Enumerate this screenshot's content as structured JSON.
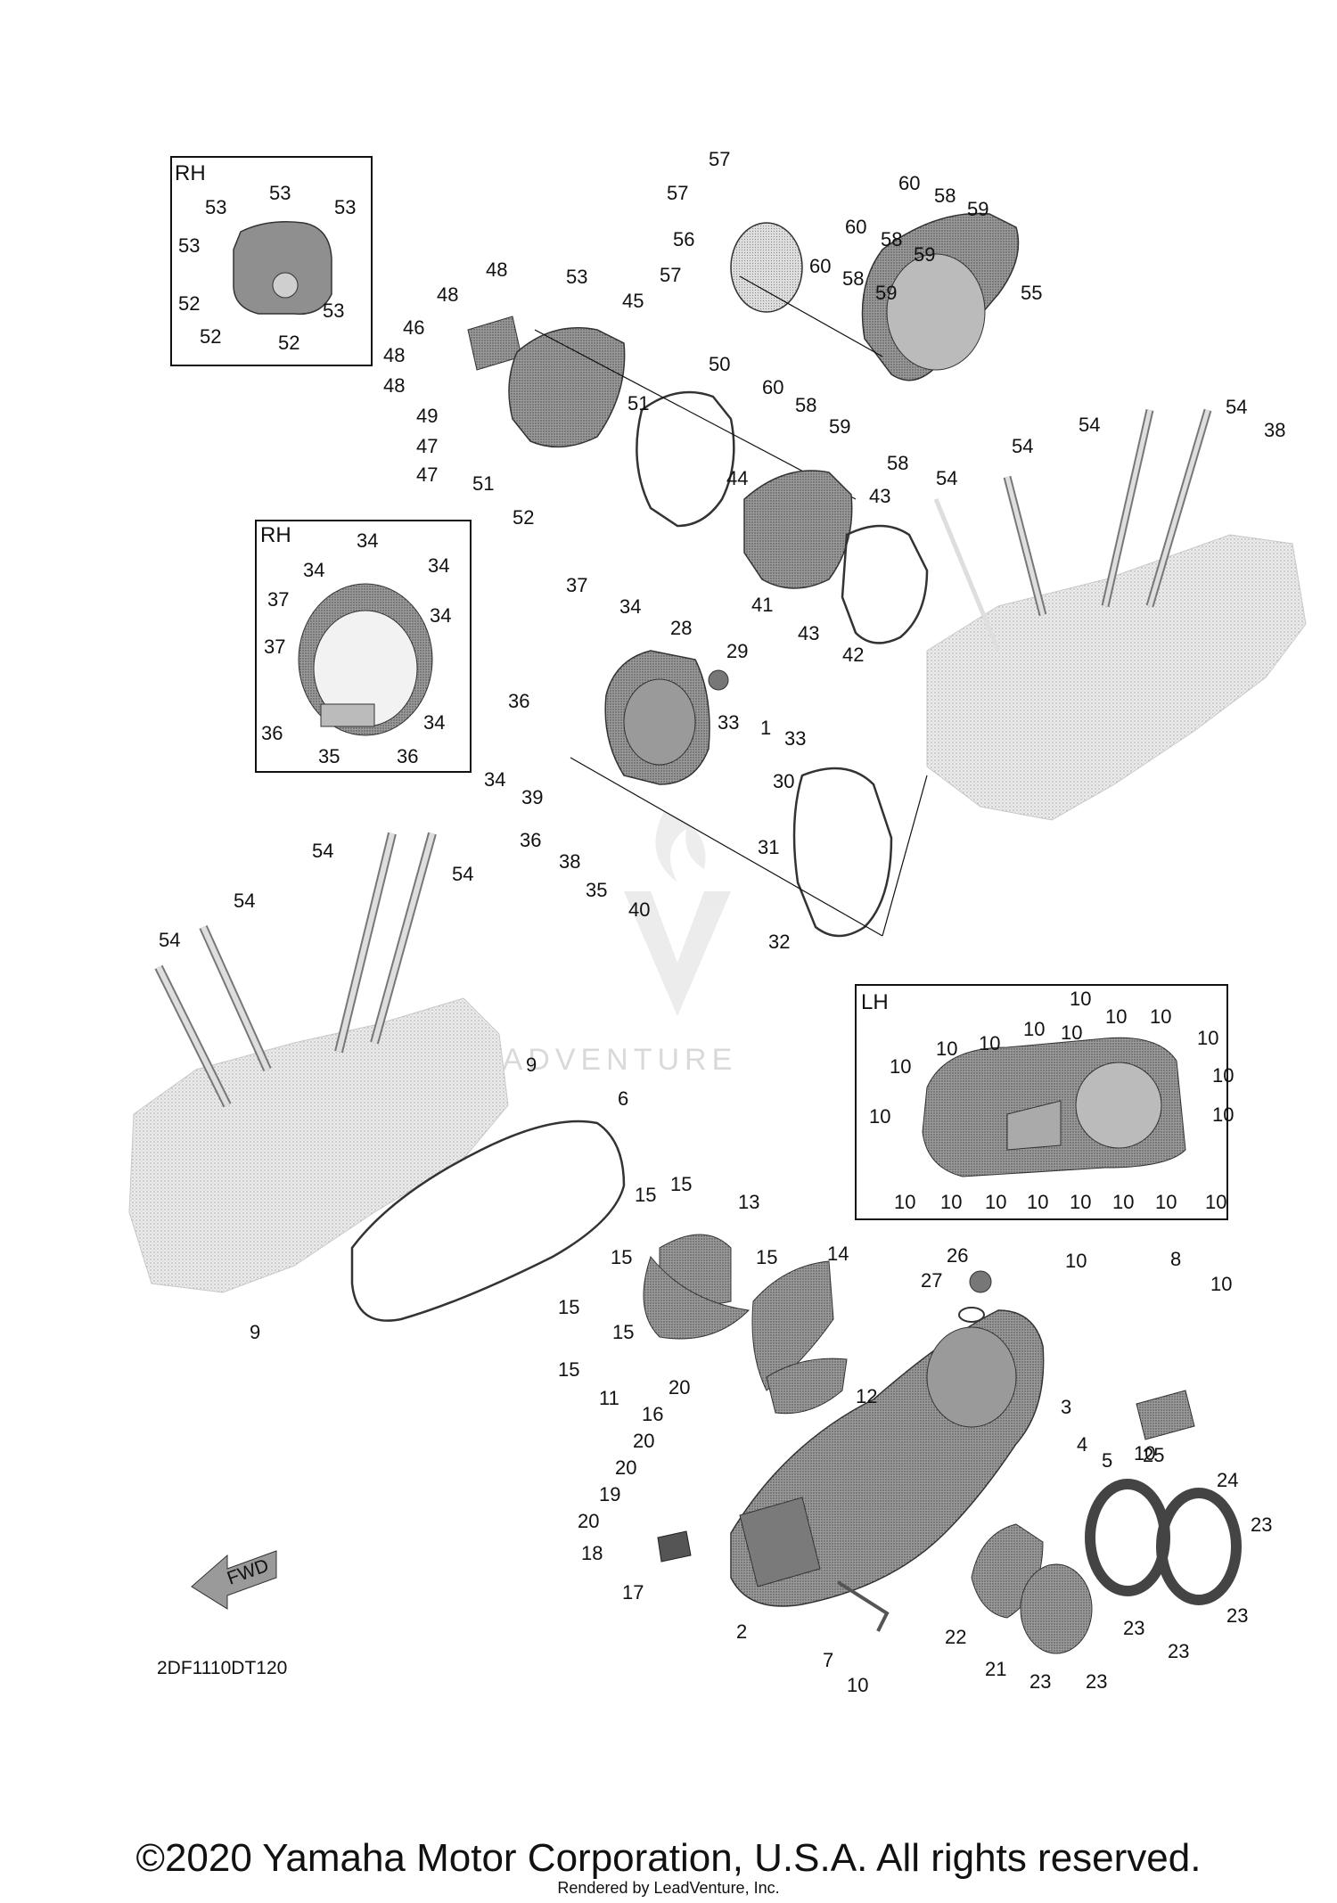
{
  "diagram": {
    "box_labels": {
      "rh_top": "RH",
      "rh_mid": "RH",
      "lh": "LH"
    },
    "diagram_code": "2DF1110DT120",
    "fwd_label": "FWD",
    "watermark": "LEADVENTURE",
    "callouts": [
      {
        "id": "c53a",
        "text": "53"
      },
      {
        "id": "c53b",
        "text": "53"
      },
      {
        "id": "c53c",
        "text": "53"
      },
      {
        "id": "c53d",
        "text": "53"
      },
      {
        "id": "c53e",
        "text": "53"
      },
      {
        "id": "c52a",
        "text": "52"
      },
      {
        "id": "c52b",
        "text": "52"
      },
      {
        "id": "c52c",
        "text": "52"
      },
      {
        "id": "c57a",
        "text": "57"
      },
      {
        "id": "c57b",
        "text": "57"
      },
      {
        "id": "c56",
        "text": "56"
      },
      {
        "id": "c57c",
        "text": "57"
      },
      {
        "id": "c60a",
        "text": "60"
      },
      {
        "id": "c58a",
        "text": "58"
      },
      {
        "id": "c59a",
        "text": "59"
      },
      {
        "id": "c60b",
        "text": "60"
      },
      {
        "id": "c58b",
        "text": "58"
      },
      {
        "id": "c59b",
        "text": "59"
      },
      {
        "id": "c60c",
        "text": "60"
      },
      {
        "id": "c58c",
        "text": "58"
      },
      {
        "id": "c59c",
        "text": "59"
      },
      {
        "id": "c55",
        "text": "55"
      },
      {
        "id": "c48a",
        "text": "48"
      },
      {
        "id": "c53f",
        "text": "53"
      },
      {
        "id": "c45",
        "text": "45"
      },
      {
        "id": "c48b",
        "text": "48"
      },
      {
        "id": "c46",
        "text": "46"
      },
      {
        "id": "c48c",
        "text": "48"
      },
      {
        "id": "c48d",
        "text": "48"
      },
      {
        "id": "c50",
        "text": "50"
      },
      {
        "id": "c51a",
        "text": "51"
      },
      {
        "id": "c60d",
        "text": "60"
      },
      {
        "id": "c58d",
        "text": "58"
      },
      {
        "id": "c59d",
        "text": "59"
      },
      {
        "id": "c49",
        "text": "49"
      },
      {
        "id": "c47a",
        "text": "47"
      },
      {
        "id": "c47b",
        "text": "47"
      },
      {
        "id": "c51b",
        "text": "51"
      },
      {
        "id": "c52d",
        "text": "52"
      },
      {
        "id": "c44",
        "text": "44"
      },
      {
        "id": "c58e",
        "text": "58"
      },
      {
        "id": "c54a",
        "text": "54"
      },
      {
        "id": "c54b",
        "text": "54"
      },
      {
        "id": "c54c",
        "text": "54"
      },
      {
        "id": "c54d",
        "text": "54"
      },
      {
        "id": "c38a",
        "text": "38"
      },
      {
        "id": "c43a",
        "text": "43"
      },
      {
        "id": "c41",
        "text": "41"
      },
      {
        "id": "c43b",
        "text": "43"
      },
      {
        "id": "c42",
        "text": "42"
      },
      {
        "id": "c34a",
        "text": "34"
      },
      {
        "id": "c34b",
        "text": "34"
      },
      {
        "id": "c34c",
        "text": "34"
      },
      {
        "id": "c37a",
        "text": "37"
      },
      {
        "id": "c34d",
        "text": "34"
      },
      {
        "id": "c37b",
        "text": "37"
      },
      {
        "id": "c36a",
        "text": "36"
      },
      {
        "id": "c34e",
        "text": "34"
      },
      {
        "id": "c35a",
        "text": "35"
      },
      {
        "id": "c36b",
        "text": "36"
      },
      {
        "id": "c37c",
        "text": "37"
      },
      {
        "id": "c34f",
        "text": "34"
      },
      {
        "id": "c28",
        "text": "28"
      },
      {
        "id": "c29",
        "text": "29"
      },
      {
        "id": "c36c",
        "text": "36"
      },
      {
        "id": "c33a",
        "text": "33"
      },
      {
        "id": "c1",
        "text": "1"
      },
      {
        "id": "c33b",
        "text": "33"
      },
      {
        "id": "c34g",
        "text": "34"
      },
      {
        "id": "c39",
        "text": "39"
      },
      {
        "id": "c30",
        "text": "30"
      },
      {
        "id": "c36d",
        "text": "36"
      },
      {
        "id": "c31",
        "text": "31"
      },
      {
        "id": "c38b",
        "text": "38"
      },
      {
        "id": "c35b",
        "text": "35"
      },
      {
        "id": "c40",
        "text": "40"
      },
      {
        "id": "c32",
        "text": "32"
      },
      {
        "id": "c54e",
        "text": "54"
      },
      {
        "id": "c54f",
        "text": "54"
      },
      {
        "id": "c54g",
        "text": "54"
      },
      {
        "id": "c54h",
        "text": "54"
      },
      {
        "id": "c9a",
        "text": "9"
      },
      {
        "id": "c6",
        "text": "6"
      },
      {
        "id": "c9b",
        "text": "9"
      },
      {
        "id": "lh10a",
        "text": "10"
      },
      {
        "id": "lh10b",
        "text": "10"
      },
      {
        "id": "lh10c",
        "text": "10"
      },
      {
        "id": "lh10d",
        "text": "10"
      },
      {
        "id": "lh10e",
        "text": "10"
      },
      {
        "id": "lh10f",
        "text": "10"
      },
      {
        "id": "lh10g",
        "text": "10"
      },
      {
        "id": "lh10h",
        "text": "10"
      },
      {
        "id": "lh10i",
        "text": "10"
      },
      {
        "id": "lh10j",
        "text": "10"
      },
      {
        "id": "lh10k",
        "text": "10"
      },
      {
        "id": "lh10l",
        "text": "10"
      },
      {
        "id": "lh10m",
        "text": "10"
      },
      {
        "id": "lh10n",
        "text": "10"
      },
      {
        "id": "lh10o",
        "text": "10"
      },
      {
        "id": "lh10p",
        "text": "10"
      },
      {
        "id": "lh10q",
        "text": "10"
      },
      {
        "id": "lh10r",
        "text": "10"
      },
      {
        "id": "lh10s",
        "text": "10"
      },
      {
        "id": "lh10t",
        "text": "10"
      },
      {
        "id": "c15a",
        "text": "15"
      },
      {
        "id": "c15b",
        "text": "15"
      },
      {
        "id": "c13",
        "text": "13"
      },
      {
        "id": "c15c",
        "text": "15"
      },
      {
        "id": "c15d",
        "text": "15"
      },
      {
        "id": "c15e",
        "text": "15"
      },
      {
        "id": "c15f",
        "text": "15"
      },
      {
        "id": "c15g",
        "text": "15"
      },
      {
        "id": "c11",
        "text": "11"
      },
      {
        "id": "c14",
        "text": "14"
      },
      {
        "id": "c26",
        "text": "26"
      },
      {
        "id": "c27",
        "text": "27"
      },
      {
        "id": "c10a",
        "text": "10"
      },
      {
        "id": "c8",
        "text": "8"
      },
      {
        "id": "c10b",
        "text": "10"
      },
      {
        "id": "c12",
        "text": "12"
      },
      {
        "id": "c20a",
        "text": "20"
      },
      {
        "id": "c16",
        "text": "16"
      },
      {
        "id": "c20b",
        "text": "20"
      },
      {
        "id": "c3",
        "text": "3"
      },
      {
        "id": "c4",
        "text": "4"
      },
      {
        "id": "c5",
        "text": "5"
      },
      {
        "id": "c10c",
        "text": "10"
      },
      {
        "id": "c25",
        "text": "25"
      },
      {
        "id": "c20c",
        "text": "20"
      },
      {
        "id": "c19",
        "text": "19"
      },
      {
        "id": "c20d",
        "text": "20"
      },
      {
        "id": "c24",
        "text": "24"
      },
      {
        "id": "c23a",
        "text": "23"
      },
      {
        "id": "c18",
        "text": "18"
      },
      {
        "id": "c17",
        "text": "17"
      },
      {
        "id": "c2",
        "text": "2"
      },
      {
        "id": "c23b",
        "text": "23"
      },
      {
        "id": "c23c",
        "text": "23"
      },
      {
        "id": "c22",
        "text": "22"
      },
      {
        "id": "c23d",
        "text": "23"
      },
      {
        "id": "c7",
        "text": "7"
      },
      {
        "id": "c21",
        "text": "21"
      },
      {
        "id": "c23e",
        "text": "23"
      },
      {
        "id": "c23f",
        "text": "23"
      },
      {
        "id": "c10d",
        "text": "10"
      }
    ]
  },
  "footer": {
    "copyright": "©2020 Yamaha Motor Corporation, U.S.A. All rights reserved.",
    "rendered_by": "Rendered by LeadVenture, Inc."
  }
}
